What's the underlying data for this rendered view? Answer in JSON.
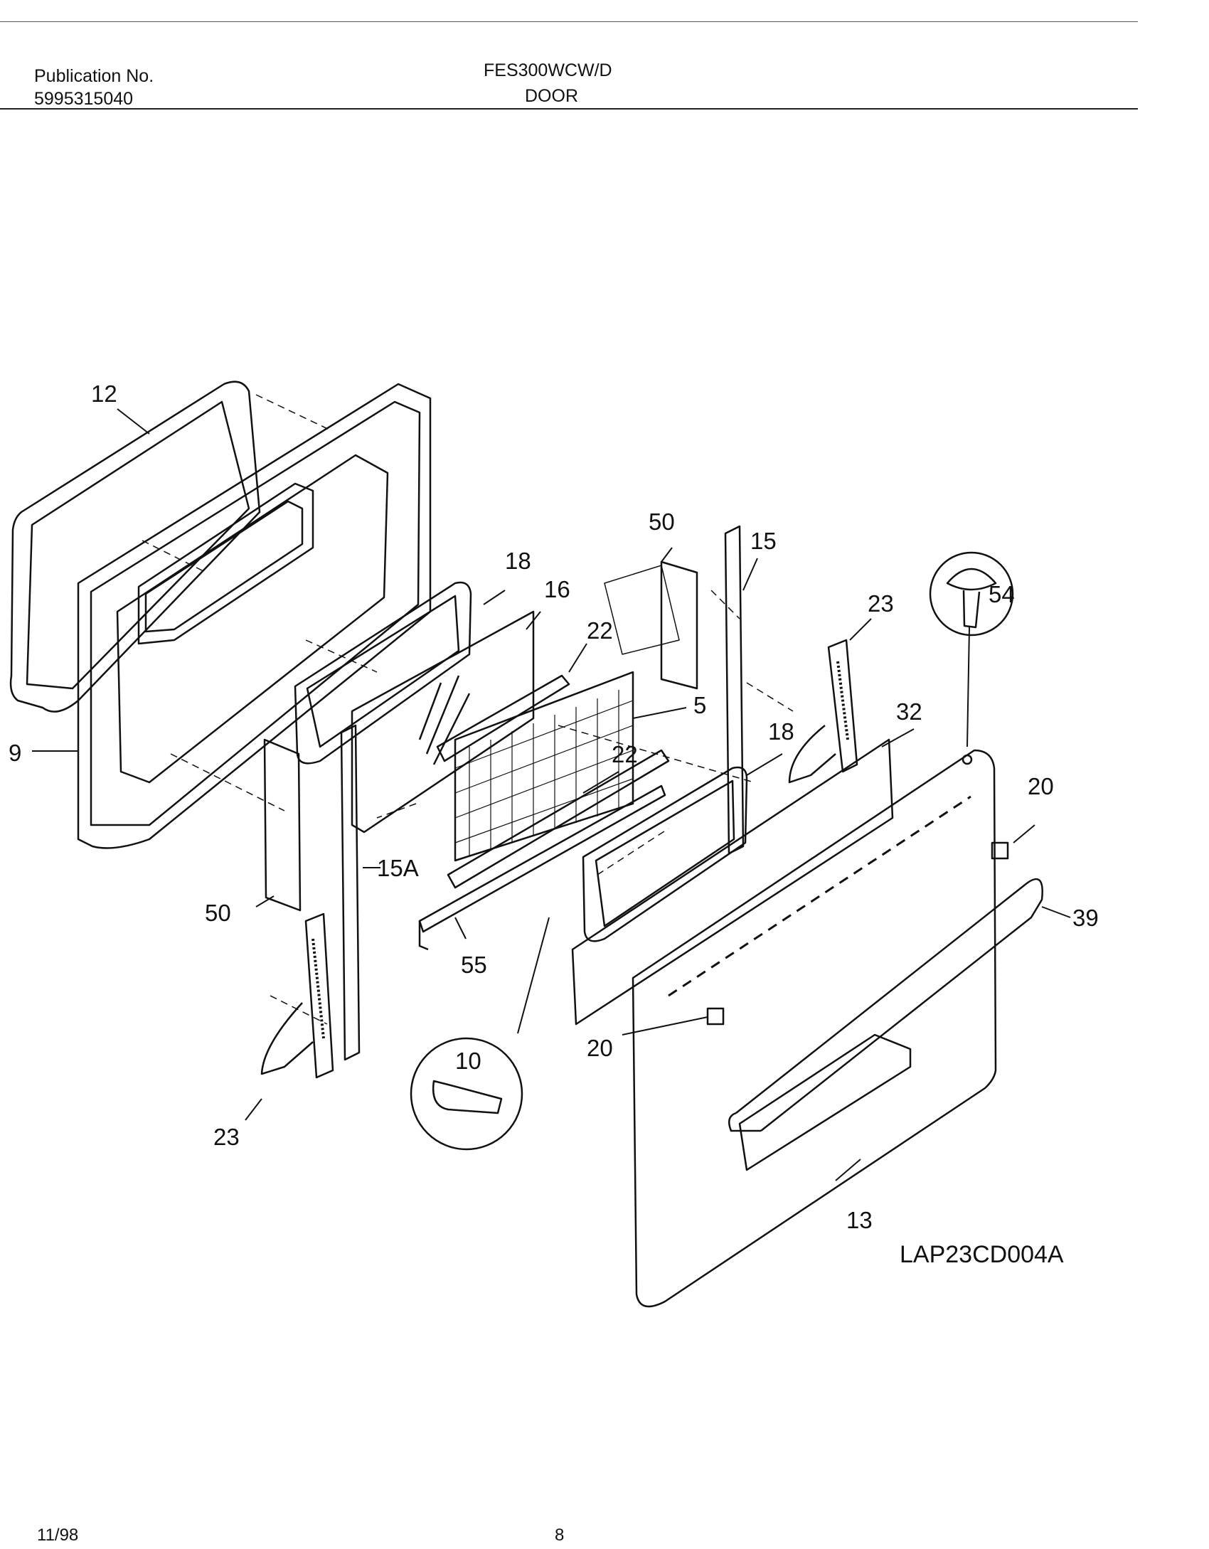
{
  "header": {
    "publication_label": "Publication No.",
    "publication_number": "5995315040",
    "model": "FES300WCW/D",
    "section": "DOOR"
  },
  "diagram": {
    "reference_code": "LAP23CD004A",
    "callouts": {
      "c12": "12",
      "c9": "9",
      "c18a": "18",
      "c16": "16",
      "c50a": "50",
      "c15": "15",
      "c23a": "23",
      "c54": "54",
      "c22a": "22",
      "c5": "5",
      "c18b": "18",
      "c32": "32",
      "c22b": "22",
      "c20a": "20",
      "c15a": "15A",
      "c50b": "50",
      "c39": "39",
      "c55": "55",
      "c10": "10",
      "c20b": "20",
      "c23b": "23",
      "c13": "13"
    }
  },
  "footer": {
    "date": "11/98",
    "page": "8"
  }
}
